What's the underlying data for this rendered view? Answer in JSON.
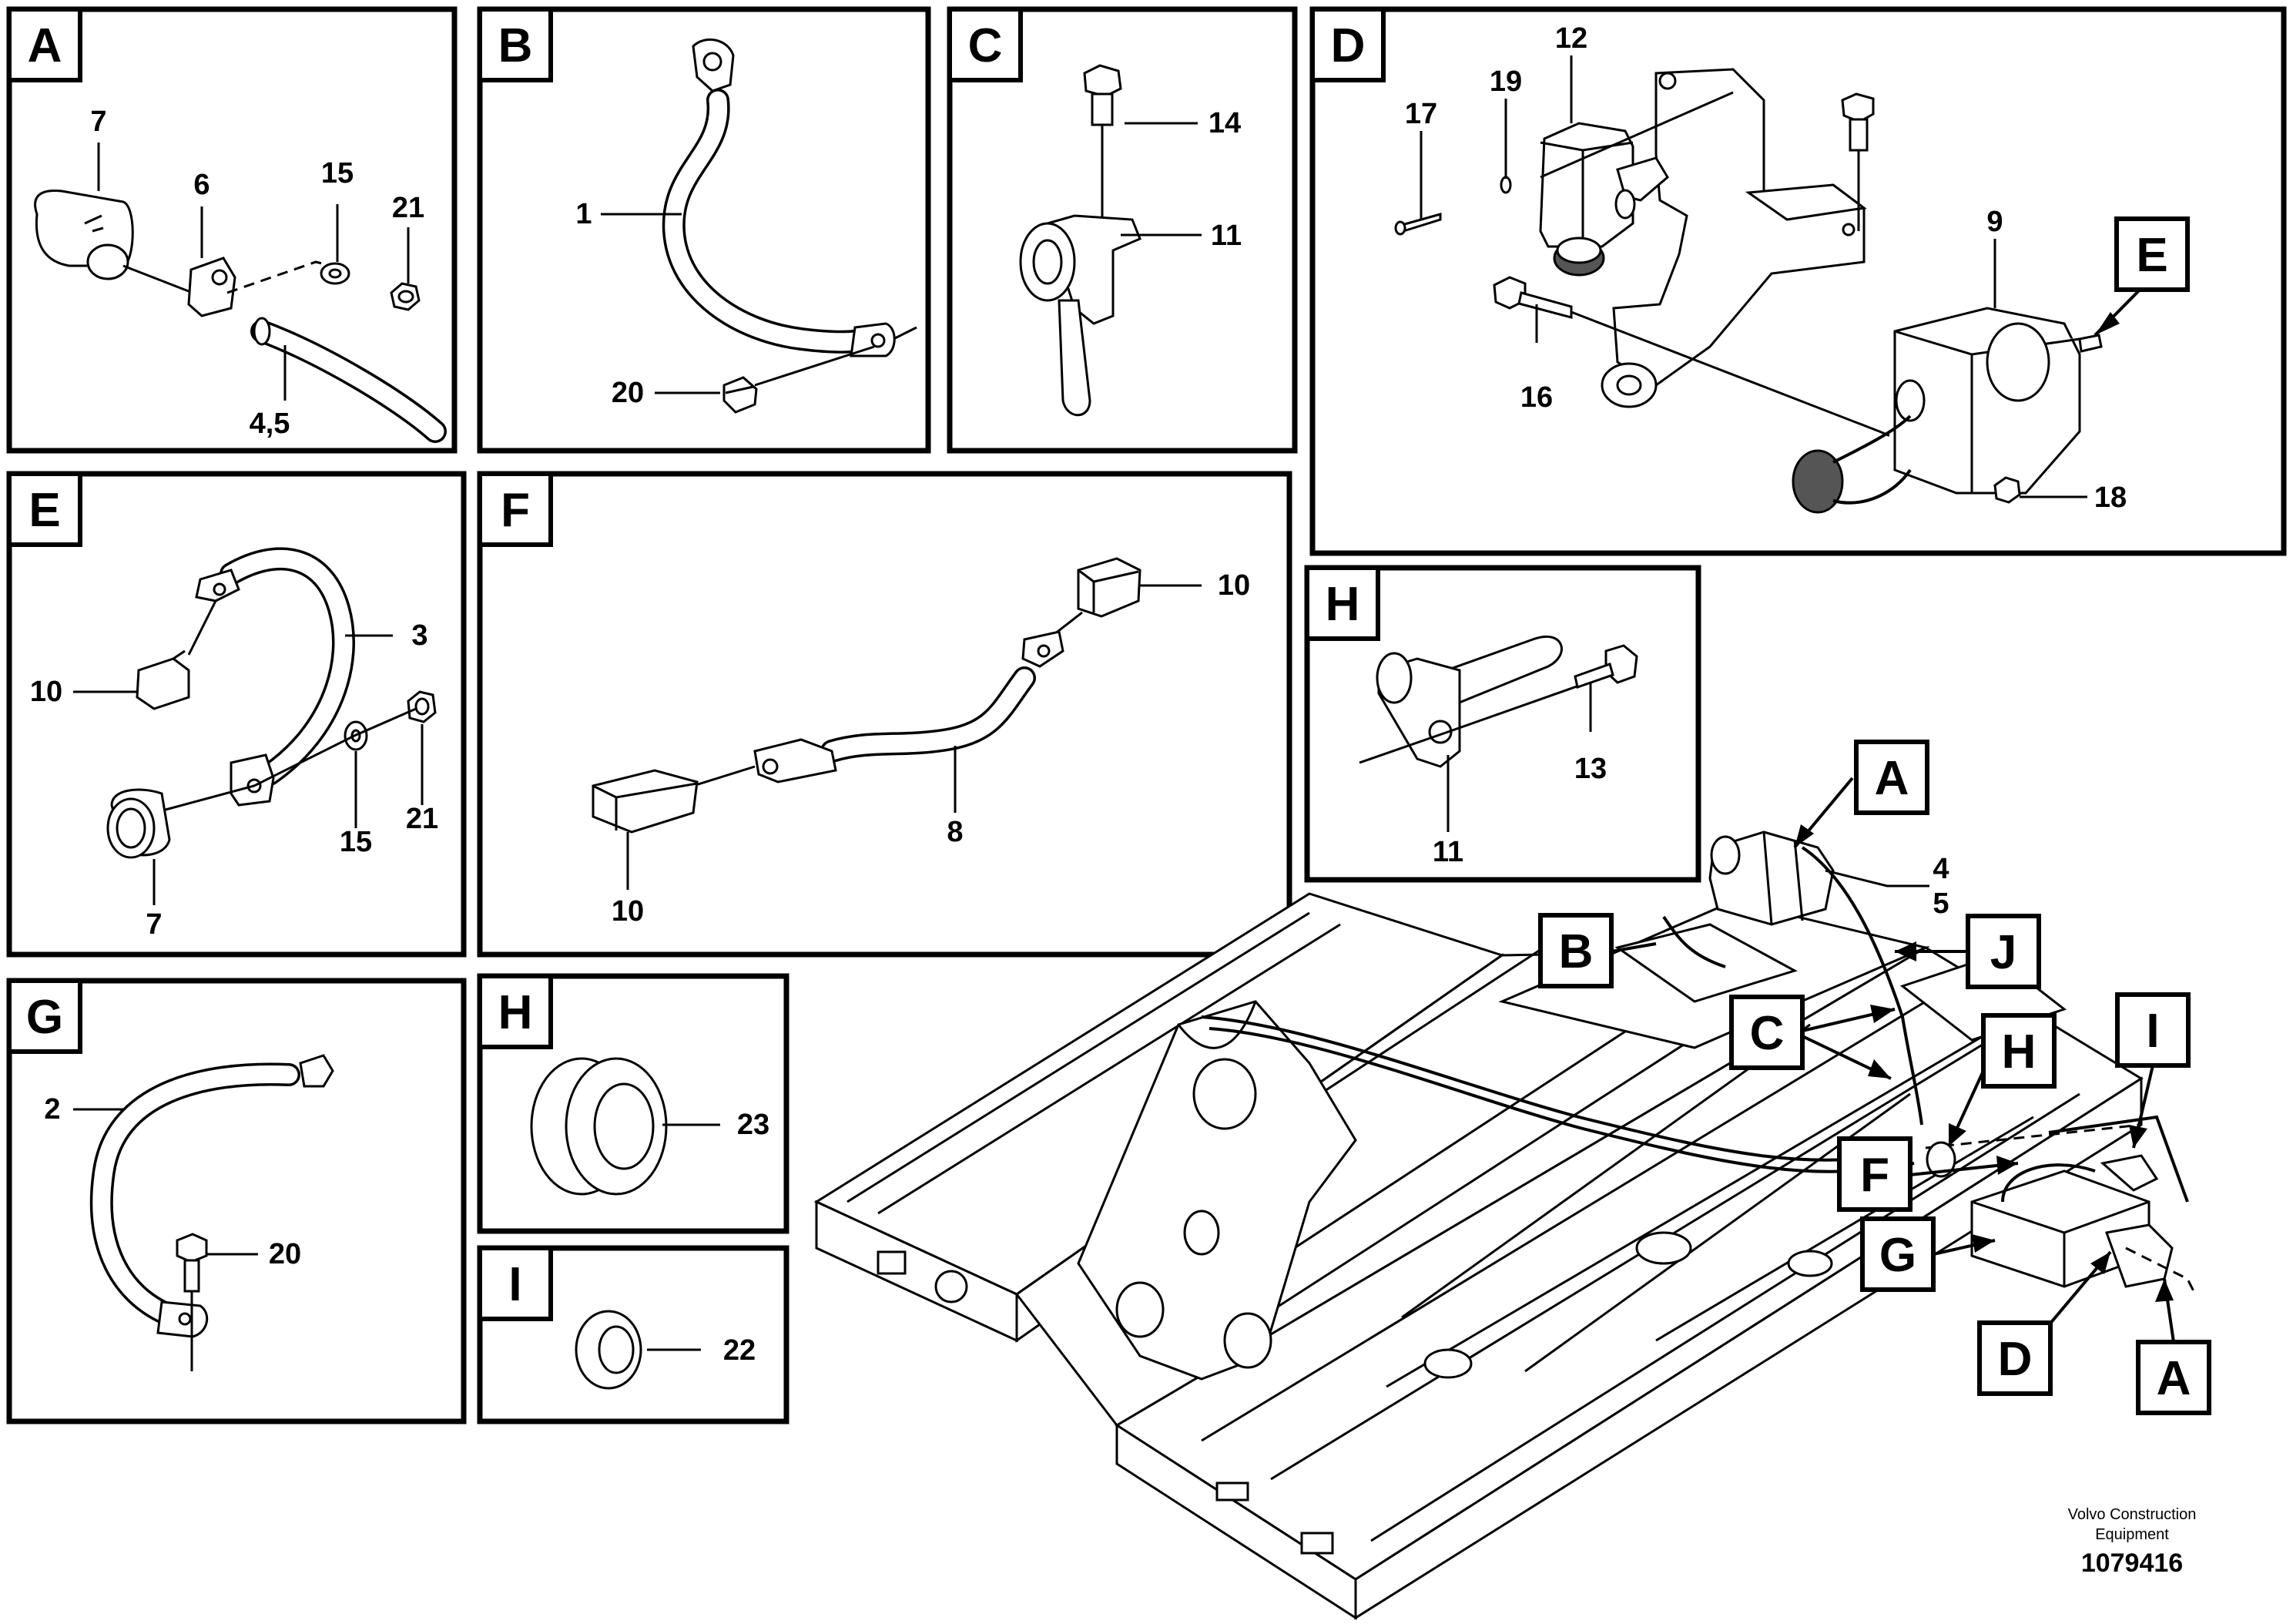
{
  "panels": {
    "A": {
      "tag": "A",
      "labels": {
        "p7": "7",
        "p6": "6",
        "p15": "15",
        "p21": "21",
        "p45": "4,5"
      }
    },
    "B": {
      "tag": "B",
      "labels": {
        "p1": "1",
        "p20": "20"
      }
    },
    "C": {
      "tag": "C",
      "labels": {
        "p14": "14",
        "p11": "11"
      }
    },
    "D": {
      "tag": "D",
      "labels": {
        "p12": "12",
        "p19": "19",
        "p17": "17",
        "p9": "9",
        "p16": "16",
        "p18": "18"
      },
      "callout_e": "E"
    },
    "E": {
      "tag": "E",
      "labels": {
        "p3": "3",
        "p10": "10",
        "p15": "15",
        "p21": "21",
        "p7": "7"
      }
    },
    "F": {
      "tag": "F",
      "labels": {
        "p10a": "10",
        "p8": "8",
        "p10b": "10"
      }
    },
    "H1": {
      "tag": "H",
      "labels": {
        "p13": "13",
        "p11": "11"
      }
    },
    "G": {
      "tag": "G",
      "labels": {
        "p2": "2",
        "p20": "20"
      }
    },
    "H2": {
      "tag": "H",
      "labels": {
        "p23": "23"
      }
    },
    "I": {
      "tag": "I",
      "labels": {
        "p22": "22"
      }
    }
  },
  "overview": {
    "callouts": {
      "A_top": "A",
      "B": "B",
      "C": "C",
      "J": "J",
      "H": "H",
      "I": "I",
      "F": "F",
      "G": "G",
      "D": "D",
      "A_bottom": "A"
    },
    "labels": {
      "p4": "4",
      "p5": "5"
    }
  },
  "footer": {
    "credit_line1": "Volvo Construction",
    "credit_line2": "Equipment",
    "doc_number": "1079416"
  }
}
